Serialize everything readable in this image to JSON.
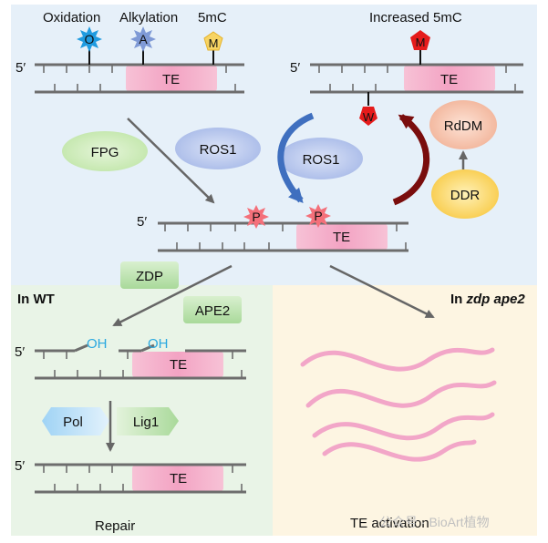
{
  "colors": {
    "top_bg": "#e6f0f9",
    "wt_bg": "#e9f4e7",
    "zdp_bg": "#fdf5e2",
    "te_fill": "#f4a8c6",
    "te_wave": "#f2a6c8",
    "blue_arrow": "#3f6fbf",
    "darkred_arrow": "#7a0d0d"
  },
  "top_left": {
    "oxidation_label": "Oxidation",
    "alkylation_label": "Alkylation",
    "fivemc_label": "5mC",
    "oxidation_marker": "O",
    "alkylation_marker": "A",
    "methyl_marker": "M",
    "five_prime": "5′",
    "te_label": "TE"
  },
  "top_right": {
    "title": "Increased 5mC",
    "methyl_marker": "M",
    "five_prime": "5′",
    "te_label": "TE",
    "w_marker": "W"
  },
  "enzymes": {
    "fpg": "FPG",
    "ros1_left": "ROS1",
    "ros1_center": "ROS1",
    "rddm": "RdDM",
    "ddr": "DDR",
    "zdp": "ZDP",
    "ape2": "APE2",
    "pol": "Pol",
    "lig1": "Lig1"
  },
  "middle": {
    "five_prime": "5′",
    "phosphate_marker": "P",
    "te_label": "TE"
  },
  "wt_panel": {
    "title": "In WT",
    "five_prime_1": "5′",
    "five_prime_2": "5′",
    "oh_label": "OH",
    "te_label_1": "TE",
    "te_label_2": "TE",
    "footer": "Repair"
  },
  "zdp_panel": {
    "title_prefix": "In ",
    "title_mutant": "zdp ape2",
    "footer": "TE activation"
  },
  "watermark": "公众号 · BioArt植物"
}
